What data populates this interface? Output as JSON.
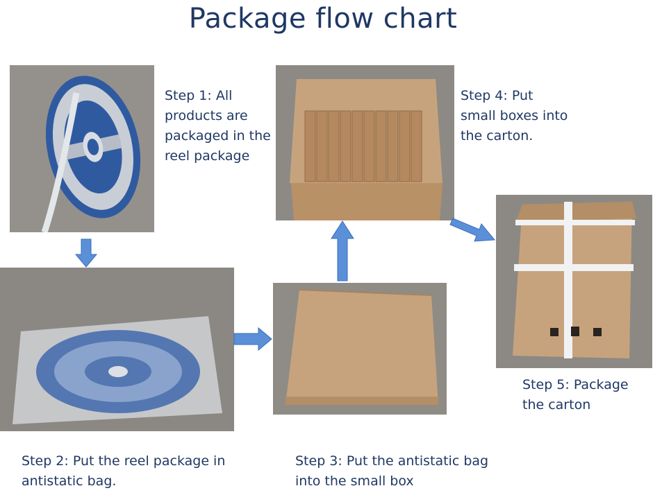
{
  "title": "Package flow chart",
  "steps": [
    {
      "caption": "Step 1: All\nproducts are\npackaged in the\nreel package",
      "photo_icon": "reel-photo"
    },
    {
      "caption": "Step 2: Put the reel package in\nantistatic bag.",
      "photo_icon": "antistatic-bag-photo"
    },
    {
      "caption": "Step 3: Put the antistatic bag\ninto the small box",
      "photo_icon": "small-box-photo"
    },
    {
      "caption": "Step 4: Put\nsmall boxes into\nthe carton.",
      "photo_icon": "open-carton-photo"
    },
    {
      "caption": "Step 5: Package\nthe carton",
      "photo_icon": "strapped-carton-photo"
    }
  ],
  "colors": {
    "title": "#1f3864",
    "caption": "#1f3864",
    "arrow_fill": "#5b8fd8",
    "arrow_stroke": "#3a6fb8",
    "cardboard": "#c7a37d",
    "reel_blue": "#2f5aa0"
  }
}
